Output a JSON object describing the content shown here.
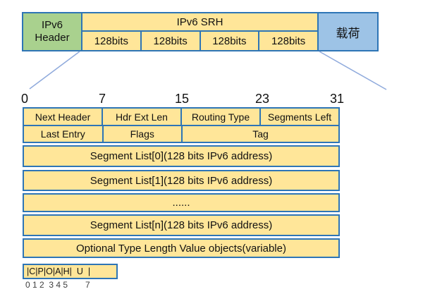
{
  "colors": {
    "border": "#2E75B6",
    "green": "#A9D18E",
    "yellow": "#FFE699",
    "blue": "#9DC3E6",
    "line": "#8FAADC"
  },
  "packet_bar": {
    "ipv6_header_line1": "IPv6",
    "ipv6_header_line2": "Header",
    "srh_label": "IPv6 SRH",
    "srh_cells": [
      "128bits",
      "128bits",
      "128bits",
      "128bits"
    ],
    "payload_label": "载荷"
  },
  "bit_scale": {
    "ticks": [
      "0",
      "7",
      "15",
      "23",
      "31"
    ]
  },
  "srh_fields": {
    "row1": [
      "Next Header",
      "Hdr Ext Len",
      "Routing Type",
      "Segments Left"
    ],
    "row2": [
      "Last Entry",
      "Flags",
      "Tag"
    ],
    "wide_rows": [
      "Segment List[0](128 bits IPv6 address)",
      "Segment List[1](128 bits IPv6 address)",
      "......",
      "Segment List[n](128 bits IPv6 address)",
      "Optional Type Length Value objects(variable)"
    ]
  },
  "flags_detail": {
    "box_label": "|C|P|O|A|H|  U  |",
    "bit_numbers_left": "0 1 2  3 4 5",
    "bit_numbers_right": "7"
  }
}
